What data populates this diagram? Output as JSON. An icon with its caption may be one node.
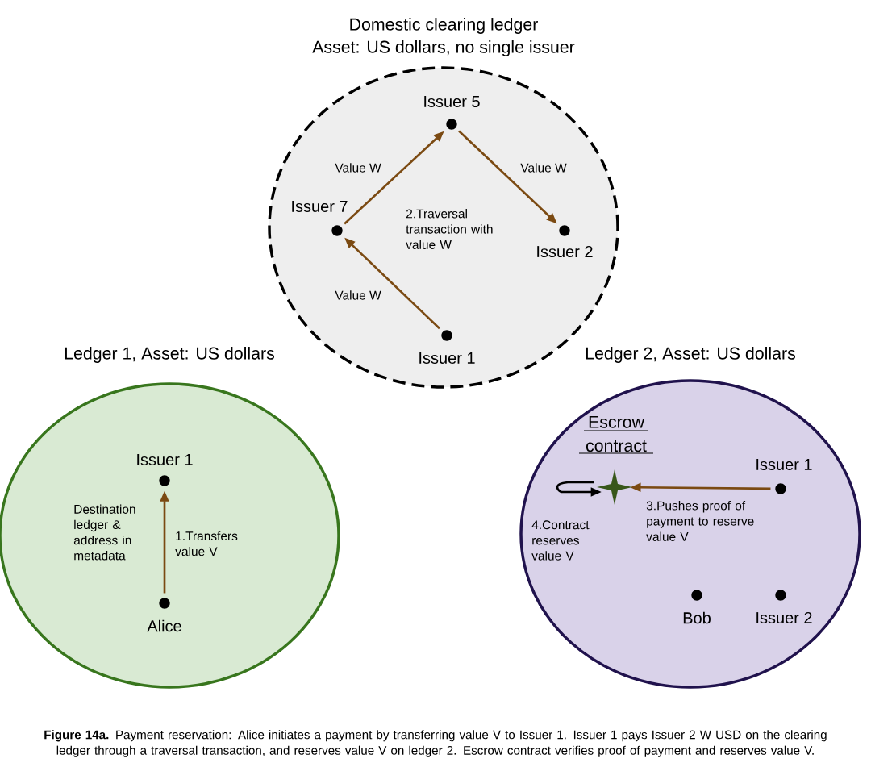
{
  "diagram": {
    "caption": "**Figure 14a.** Payment reservation: Alice initiates a payment by transferring value V to Issuer 1. Issuer 1 pays Issuer 2 W USD on the clearing ledger through a traversal transaction, and reserves value V on ledger 2. Escrow contract verifies proof of payment and reserves value V.",
    "nodes": [
      {
        "text": [
          "Domestic clearing ledger",
          "Asset: US dollars, no single issuer"
        ]
      },
      {
        "text": [
          "Issuer 5"
        ],
        "in": 0
      },
      {
        "text": [
          "Issuer 7"
        ],
        "in": 0
      },
      {
        "text": [
          "Issuer 2"
        ],
        "in": 0
      },
      {
        "text": [
          "Issuer 1"
        ],
        "in": 0
      },
      {
        "text": [
          "Ledger 1, Asset: US dollars"
        ]
      },
      {
        "text": [
          "Issuer 1"
        ],
        "in": 5
      },
      {
        "text": [
          "Alice"
        ],
        "in": 5
      },
      {
        "text": [
          "Ledger 2, Asset: US dollars"
        ]
      },
      {
        "text": [
          "Escrow contract"
        ],
        "in": 8
      },
      {
        "text": [
          "Issuer 1"
        ],
        "in": 8
      },
      {
        "text": [
          "Bob"
        ],
        "in": 8
      },
      {
        "text": [
          "Issuer 2"
        ],
        "in": 8
      }
    ],
    "edges": [
      {
        "from": 2,
        "to": 1,
        "arrow": "to",
        "label": "Value W"
      },
      {
        "from": 1,
        "to": 3,
        "arrow": "to",
        "label": "Value W"
      },
      {
        "from": 4,
        "to": 2,
        "arrow": "to",
        "label": "Value W"
      },
      {
        "from": 7,
        "to": 6,
        "arrow": "to",
        "label": "1.Transfers value V"
      },
      {
        "from": 10,
        "to": 9,
        "arrow": "to",
        "label": "3.Pushes proof of payment to reserve value V"
      }
    ],
    "labels": [
      "2.Traversal transaction with value W",
      "Destination ledger & address in metadata",
      "4.Contract reserves value V"
    ]
  }
}
